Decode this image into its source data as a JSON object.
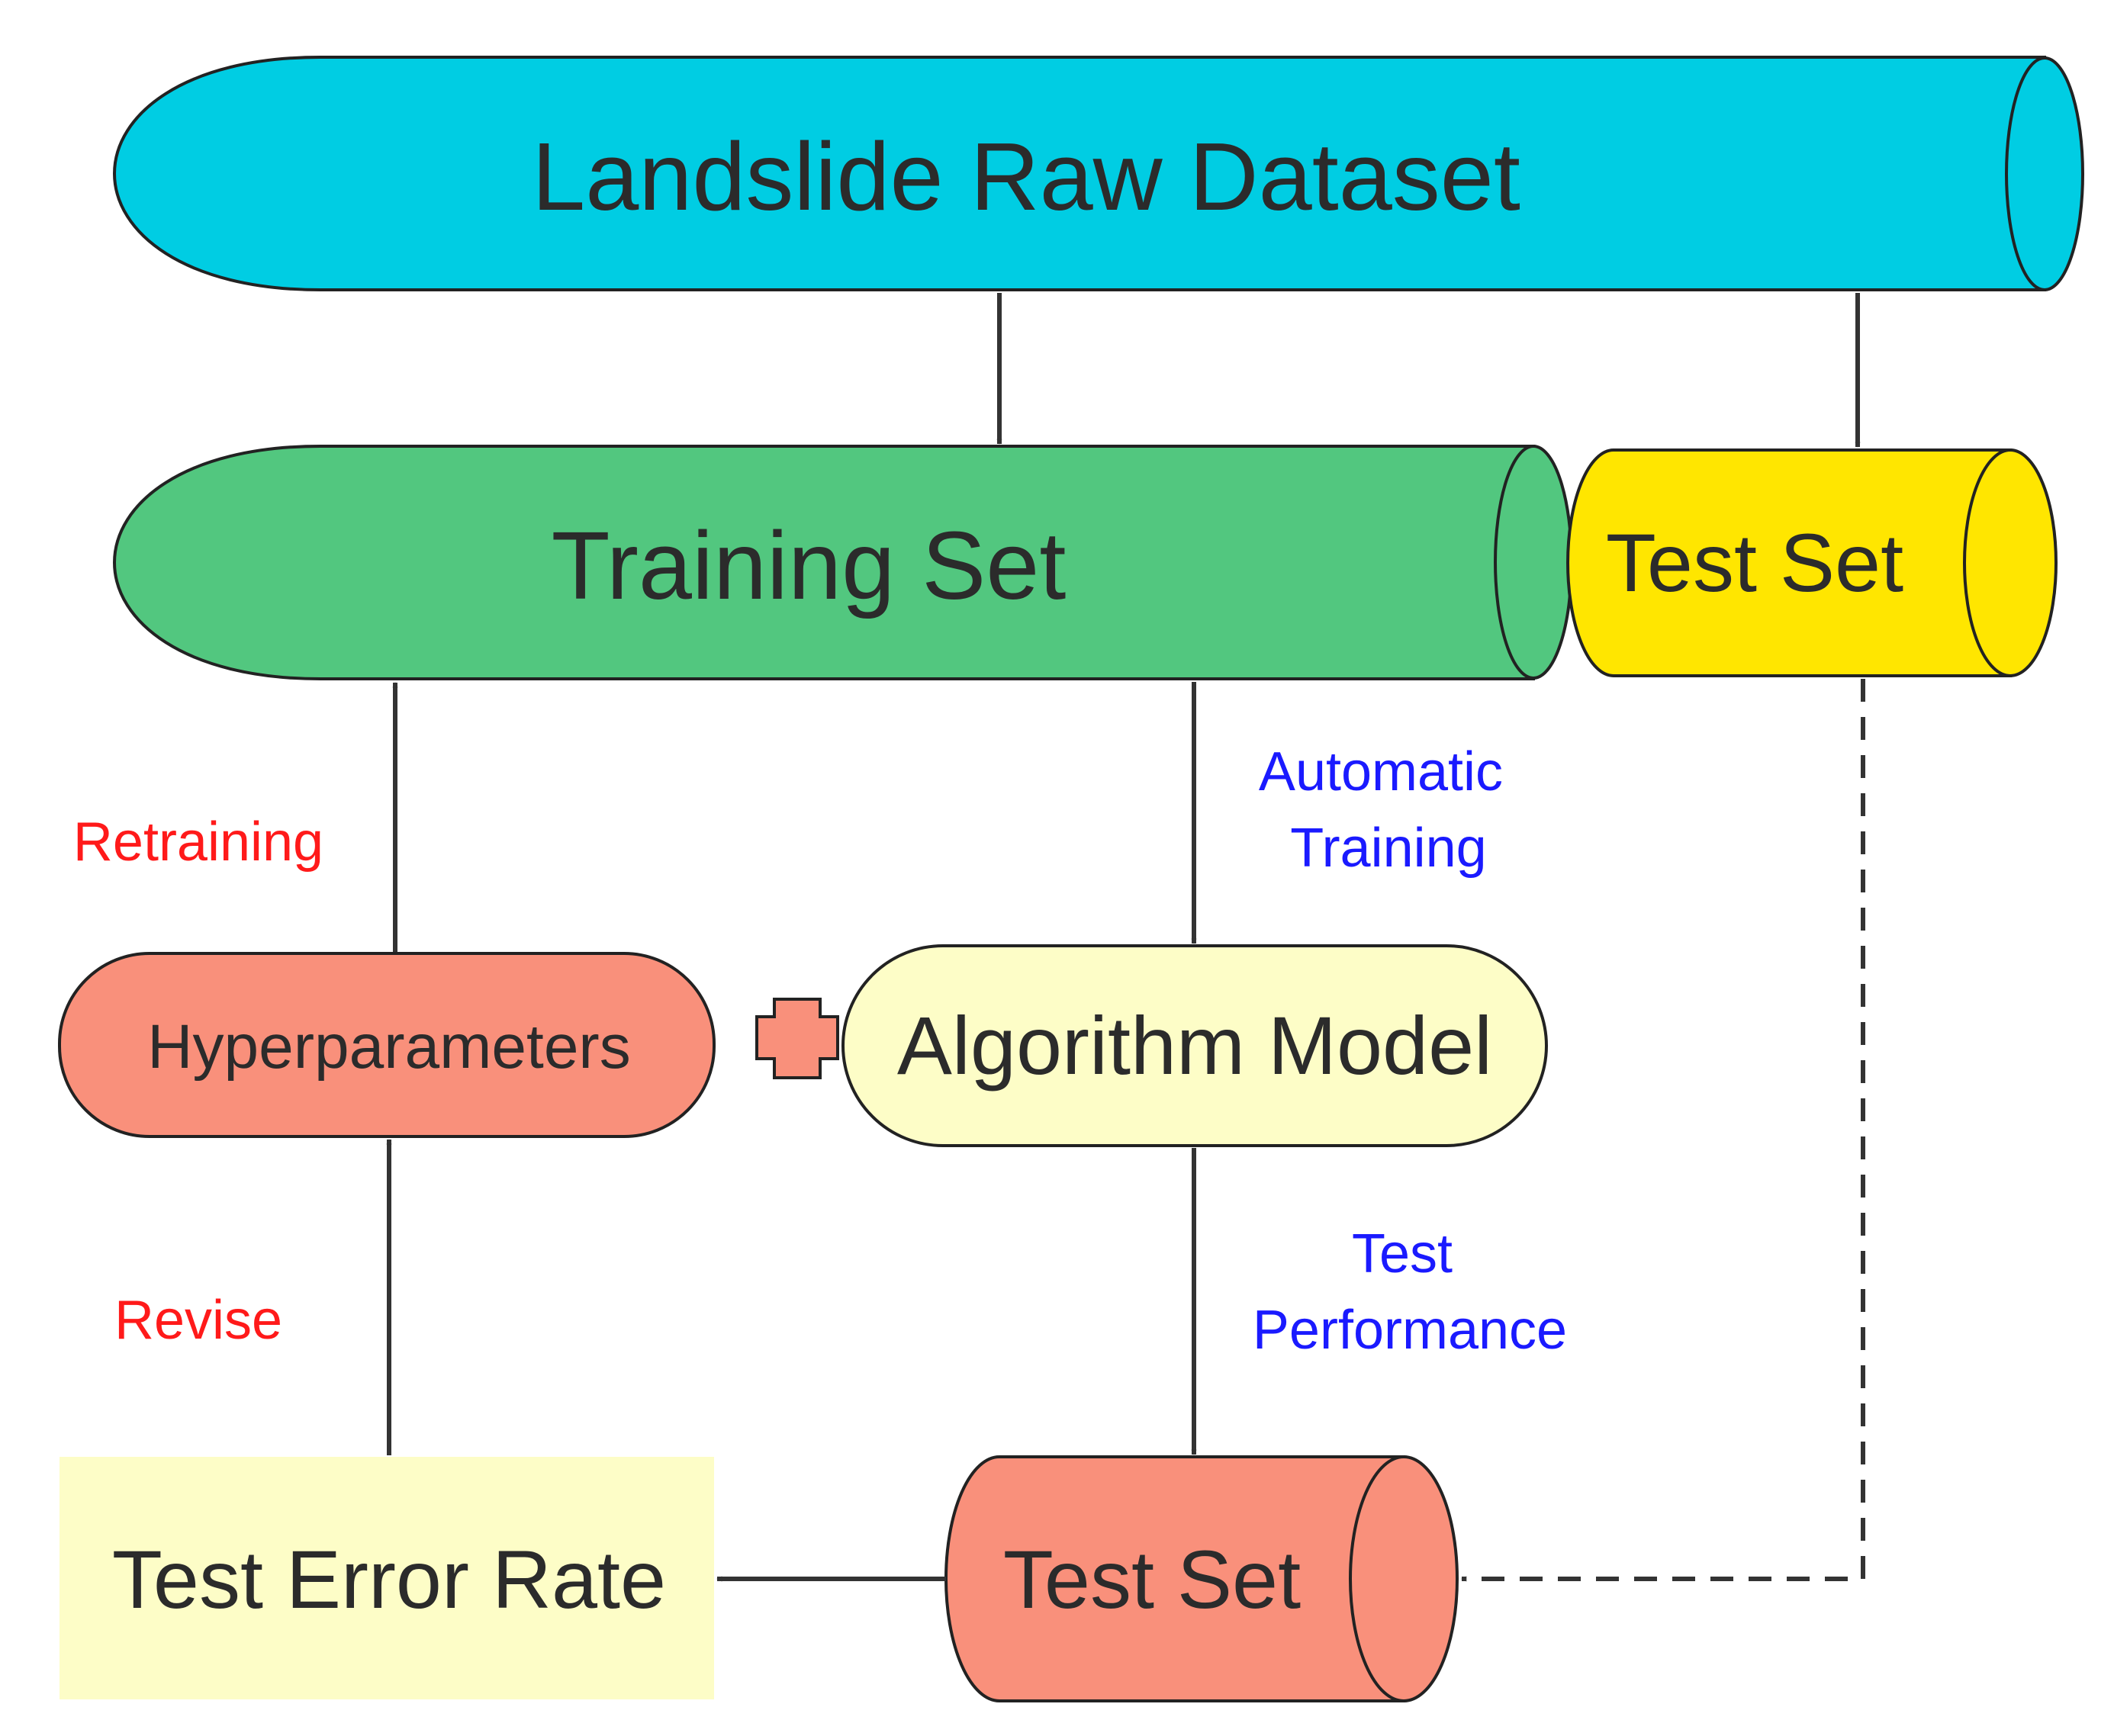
{
  "colors": {
    "raw_dataset": "#00cde3",
    "training_set": "#52c77f",
    "test_set_split": "#ffe600",
    "hyperparameters": "#f9907b",
    "algorithm_model": "#fdfdc7",
    "test_set_eval": "#f9907b",
    "test_error_rate": "#fdfdc7",
    "note_red": "#ff1a1a",
    "note_blue": "#1a1aff",
    "arrow": "#333333"
  },
  "nodes": {
    "raw_dataset": "Landslide Raw Dataset",
    "training_set": "Training Set",
    "test_set_split": "Test Set",
    "hyperparameters": "Hyperparameters",
    "algorithm_model": "Algorithm Model",
    "test_set_eval": "Test Set",
    "test_error_rate": "Test Error Rate"
  },
  "edge_labels": {
    "automatic_training_line1": "Automatic",
    "automatic_training_line2": "Training",
    "test_performance_line1": "Test",
    "test_performance_line2": "Performance",
    "retraining": "Retraining",
    "revise": "Revise"
  }
}
